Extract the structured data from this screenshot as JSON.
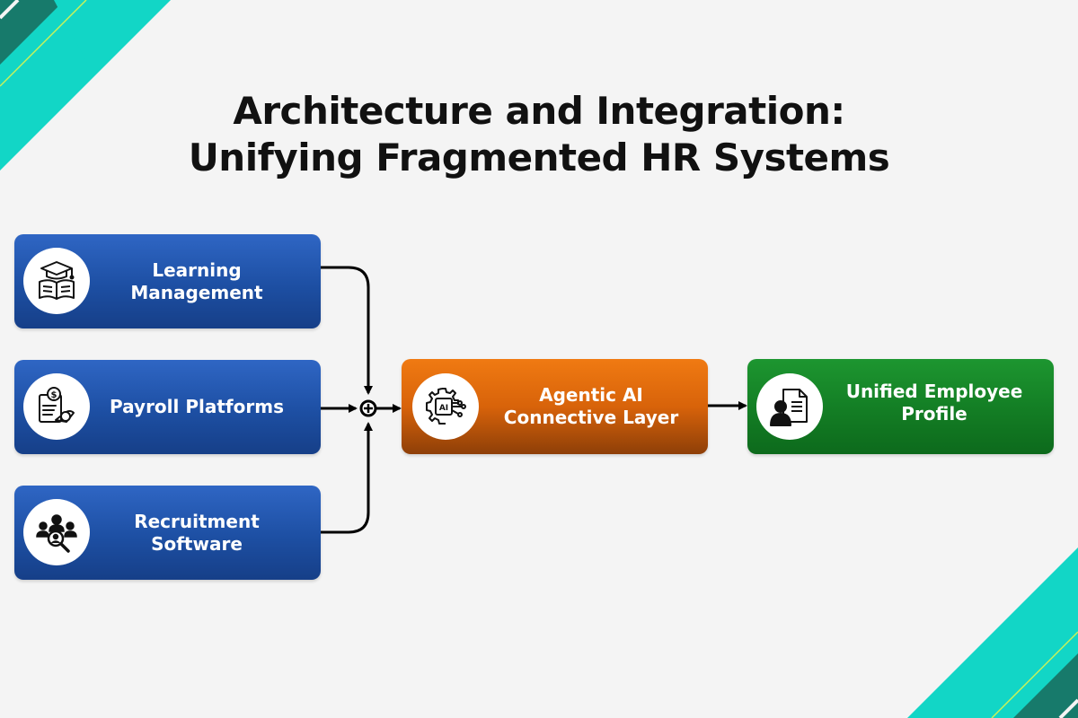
{
  "title": {
    "line1": "Architecture and Integration:",
    "line2": "Unifying Fragmented HR Systems"
  },
  "sources": [
    {
      "label_line1": "Learning",
      "label_line2": "Management",
      "icon": "education-icon"
    },
    {
      "label_line1": "Payroll Platforms",
      "label_line2": "",
      "icon": "payroll-icon"
    },
    {
      "label_line1": "Recruitment",
      "label_line2": "Software",
      "icon": "recruitment-icon"
    }
  ],
  "hub": {
    "label_line1": "Agentic AI",
    "label_line2": "Connective Layer",
    "icon": "ai-gear-icon"
  },
  "output": {
    "label_line1": "Unified Employee",
    "label_line2": "Profile",
    "icon": "employee-profile-icon"
  },
  "colors": {
    "source_box": "#1d4fa3",
    "hub_box": "#e06a0c",
    "output_box": "#137d24",
    "accent_teal": "#12d6c6",
    "accent_dark": "#177a6b",
    "accent_lime": "#c8f25a"
  }
}
